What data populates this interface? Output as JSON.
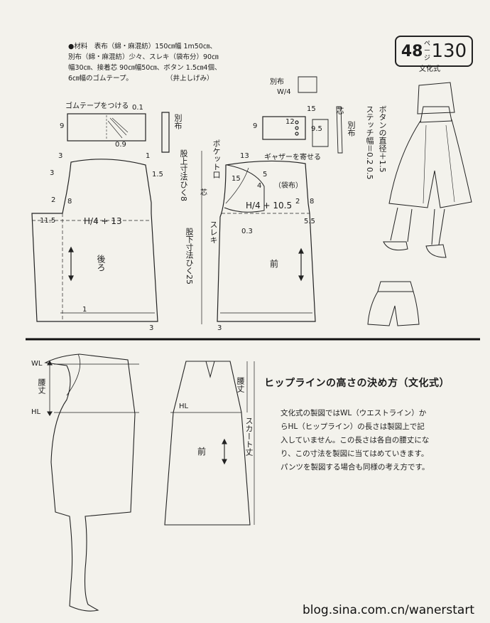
{
  "page_badge": {
    "page": "48",
    "page_unit": "ページ",
    "pattern_no": "130"
  },
  "method_tag": "文化式",
  "materials": {
    "lines": [
      "●材料　表布（綿・麻混紡）150㎝幅 1m50㎝、",
      "別布（綿・麻混紡）少々、スレキ（袋布分）90㎝",
      "幅30㎝、接着芯 90㎝幅50㎝、ボタン 1.5㎝4個、",
      "6㎝幅のゴムテープ。"
    ],
    "credit": "（井上しげみ）"
  },
  "pattern_labels": {
    "gomu": "ゴムテープをつける",
    "betsu_nuno": "別布",
    "back": "後ろ",
    "front": "前",
    "hip_formula_back": "H/4 + 13",
    "hip_formula_front": "H/4 + 10.5",
    "waist_formula": "W/4",
    "pocket_mouth": "ポケット口",
    "gather": "ギャザーを寄せる",
    "fukuro": "（袋布）",
    "shin": "芯",
    "sureki": "スレキ",
    "momogami": "股上寸法ひく8",
    "matashita": "股下寸法ひく25",
    "button_note": "ボタンの直径＋1.5",
    "stitch_note": "ステッチ幅＝0.2 0.5"
  },
  "dimensions": {
    "d01": "0.1",
    "d09": "0.9",
    "d9": "9",
    "d3": "3",
    "d1": "1",
    "d15": "1.5",
    "d2": "2",
    "d8": "8",
    "d115": "11.5",
    "d13": "13",
    "d5": "5",
    "d4": "4",
    "d55": "5.5",
    "d03": "0.3",
    "d12": "12",
    "d95": "9.5",
    "d15b": "15"
  },
  "skirt_labels": {
    "wl": "WL",
    "hl": "HL",
    "koshitake": "腰丈",
    "skirt_length": "スカート丈",
    "front": "前"
  },
  "section_heading": "ヒップラインの高さの決め方（文化式）",
  "explanation": [
    "文化式の製図ではWL（ウエストライン）か",
    "らHL（ヒップライン）の長さは製図上で記",
    "入していません。この長さは各自の腰丈にな",
    "り、この寸法を製図に当てはめていきます。",
    "パンツを製図する場合も同様の考え方です。"
  ],
  "watermark": "blog.sina.com.cn/wanerstart"
}
